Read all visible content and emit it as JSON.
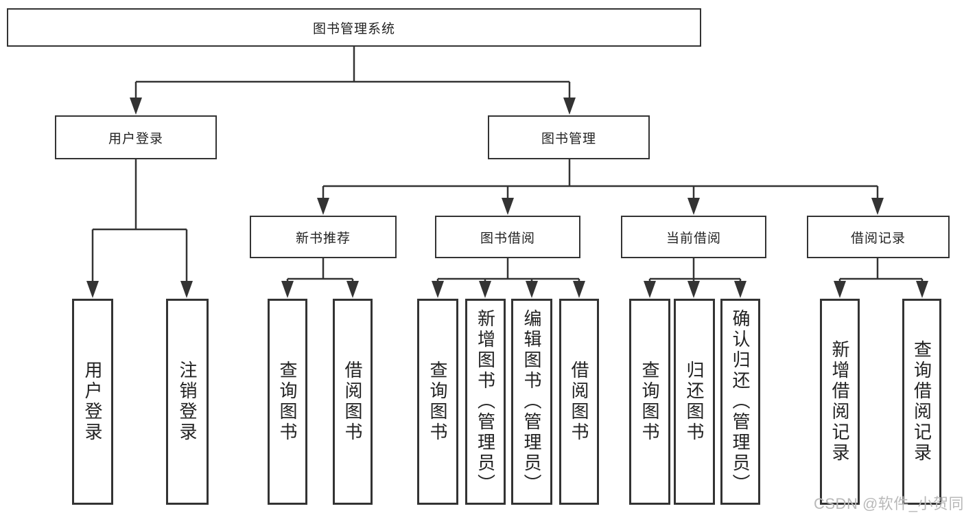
{
  "tree": {
    "root": {
      "label": "图书管理系统"
    },
    "branches": [
      {
        "label": "用户登录",
        "children": [
          {
            "label": "用户登录"
          },
          {
            "label": "注销登录"
          }
        ]
      },
      {
        "label": "图书管理",
        "children": [
          {
            "label": "新书推荐",
            "children": [
              {
                "label": "查询图书"
              },
              {
                "label": "借阅图书"
              }
            ]
          },
          {
            "label": "图书借阅",
            "children": [
              {
                "label": "查询图书"
              },
              {
                "label": "新增图书（管理员）"
              },
              {
                "label": "编辑图书（管理员）"
              },
              {
                "label": "借阅图书"
              }
            ]
          },
          {
            "label": "当前借阅",
            "children": [
              {
                "label": "查询图书"
              },
              {
                "label": "归还图书"
              },
              {
                "label": "确认归还（管理员）"
              }
            ]
          },
          {
            "label": "借阅记录",
            "children": [
              {
                "label": "新增借阅记录"
              },
              {
                "label": "查询借阅记录"
              }
            ]
          }
        ]
      }
    ]
  },
  "watermark": {
    "text": "CSDN @软件_小贺同学"
  },
  "colors": {
    "line": "#333333",
    "text": "#222222",
    "watermark": "#b9b9b9",
    "background": "#ffffff"
  }
}
